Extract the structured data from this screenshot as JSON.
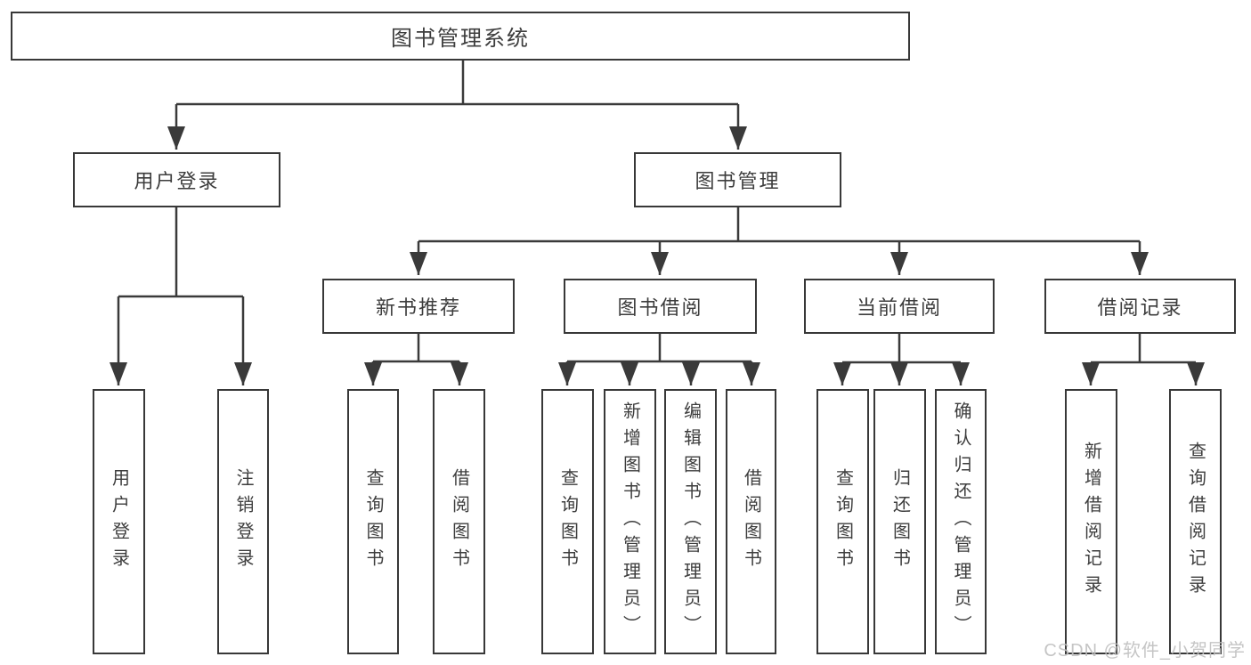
{
  "colors": {
    "line": "#3a3a3a",
    "box_border": "#383838",
    "box_fill": "#ffffff",
    "text": "#3d3d3d",
    "watermark": "#bfbfbf"
  },
  "tree": {
    "root": {
      "label": "图书管理系统"
    },
    "branches": [
      {
        "label": "用户登录",
        "children": [
          {
            "label": "用户登录"
          },
          {
            "label": "注销登录"
          }
        ]
      },
      {
        "label": "图书管理",
        "children": [
          {
            "label": "新书推荐",
            "children": [
              {
                "label": "查询图书"
              },
              {
                "label": "借阅图书"
              }
            ]
          },
          {
            "label": "图书借阅",
            "children": [
              {
                "label": "查询图书"
              },
              {
                "label": "新增图书（管理员）"
              },
              {
                "label": "编辑图书（管理员）"
              },
              {
                "label": "借阅图书"
              }
            ]
          },
          {
            "label": "当前借阅",
            "children": [
              {
                "label": "查询图书"
              },
              {
                "label": "归还图书"
              },
              {
                "label": "确认归还（管理员）"
              }
            ]
          },
          {
            "label": "借阅记录",
            "children": [
              {
                "label": "新增借阅记录"
              },
              {
                "label": "查询借阅记录"
              }
            ]
          }
        ]
      }
    ]
  },
  "watermark": {
    "text": "CSDN @软件_小贺同学"
  }
}
